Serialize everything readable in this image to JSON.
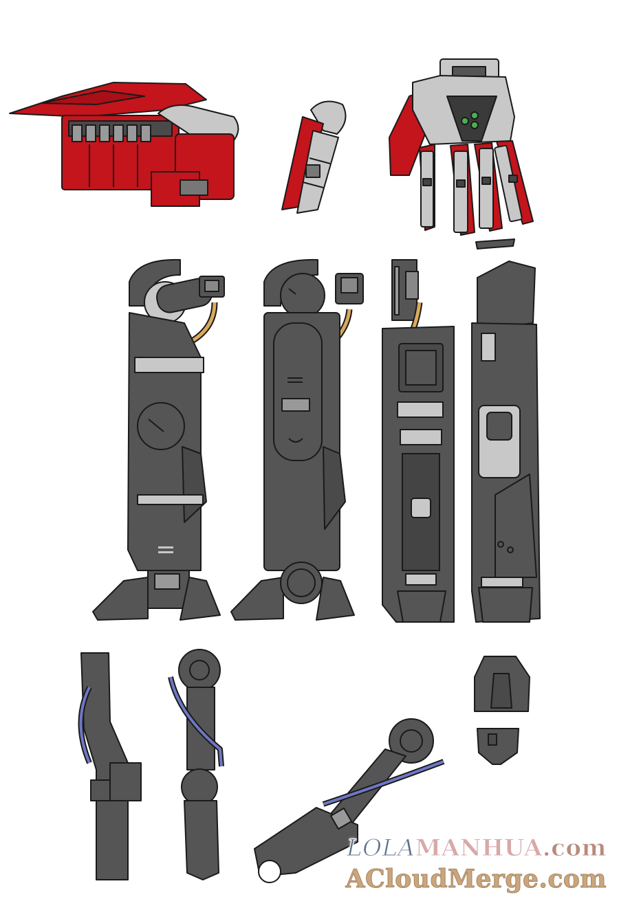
{
  "watermark": {
    "line1_part1": "LOLA",
    "line1_part2": "MANHUA",
    "line1_part3": ".com",
    "line2": "ACloudMerge.com"
  },
  "colors": {
    "armor_dark": "#555555",
    "armor_light": "#c8c8c8",
    "armor_red": "#c4141c",
    "cable_gold": "#d9a95e",
    "cable_blue": "#6f78c4",
    "outline": "#1a1a1a",
    "hand_glow": "#4caf50"
  }
}
